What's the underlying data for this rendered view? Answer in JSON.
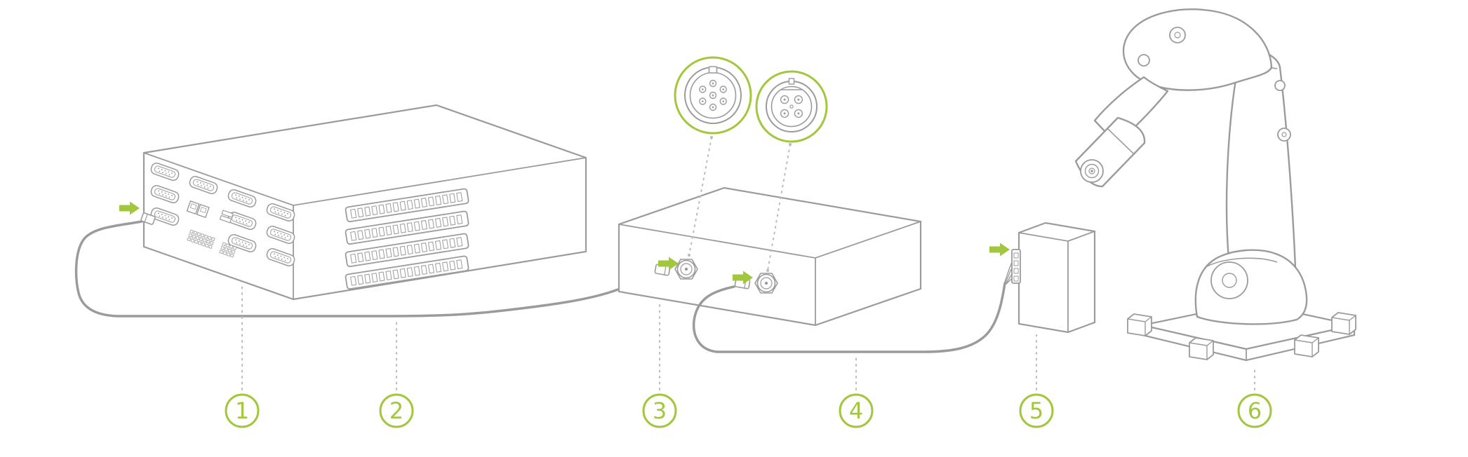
{
  "diagram": {
    "background_color": "#ffffff",
    "accent_color": "#a2c73d",
    "line_color": "#9b9b9b",
    "callouts": [
      {
        "number": "1"
      },
      {
        "number": "2"
      },
      {
        "number": "3"
      },
      {
        "number": "4"
      },
      {
        "number": "5"
      },
      {
        "number": "6"
      }
    ]
  }
}
